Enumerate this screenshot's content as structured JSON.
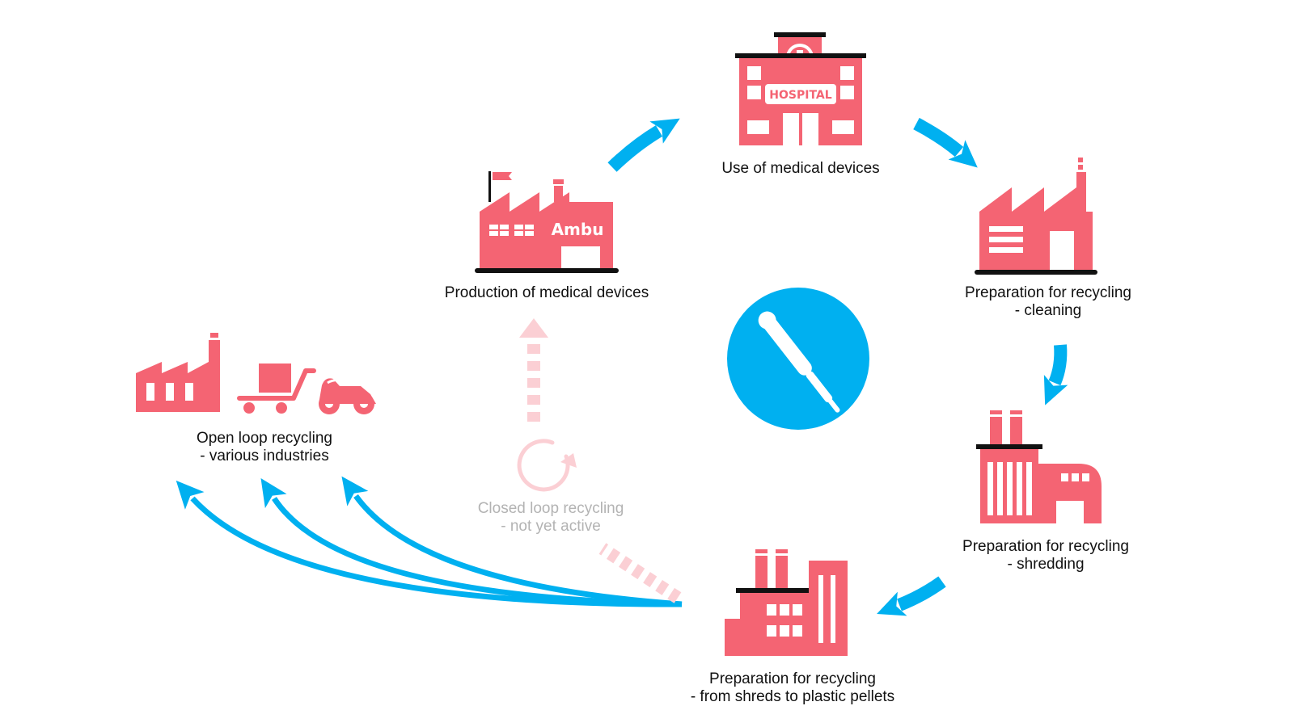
{
  "colors": {
    "pink": "#f46473",
    "pink_faded": "#fbcfd4",
    "blue": "#00b0f0",
    "black": "#111111",
    "faded_text": "#b3b3b3"
  },
  "icons": {
    "hospital": "hospital-icon",
    "ambu_factory": "ambu-factory-icon",
    "cleaning_factory": "cleaning-factory-icon",
    "shredding_factory": "shredding-factory-icon",
    "pellet_factory": "pellet-factory-icon",
    "industry_factory": "industry-factory-icon",
    "hand_truck": "hand-truck-icon",
    "scooter": "scooter-icon",
    "scope": "endoscope-icon",
    "recycle": "recycle-cycle-icon"
  },
  "hospital_sign": "HOSPITAL",
  "brand_text": "Ambu",
  "labels": {
    "use": [
      "Use of medical devices"
    ],
    "production": [
      "Production of medical devices"
    ],
    "cleaning": [
      "Preparation for recycling",
      "- cleaning"
    ],
    "shredding": [
      "Preparation for recycling",
      "- shredding"
    ],
    "pellets": [
      "Preparation for recycling",
      "- from shreds to plastic pellets"
    ],
    "open_loop": [
      "Open loop recycling",
      "- various industries"
    ],
    "closed_loop": [
      "Closed loop recycling",
      "- not yet active"
    ]
  }
}
